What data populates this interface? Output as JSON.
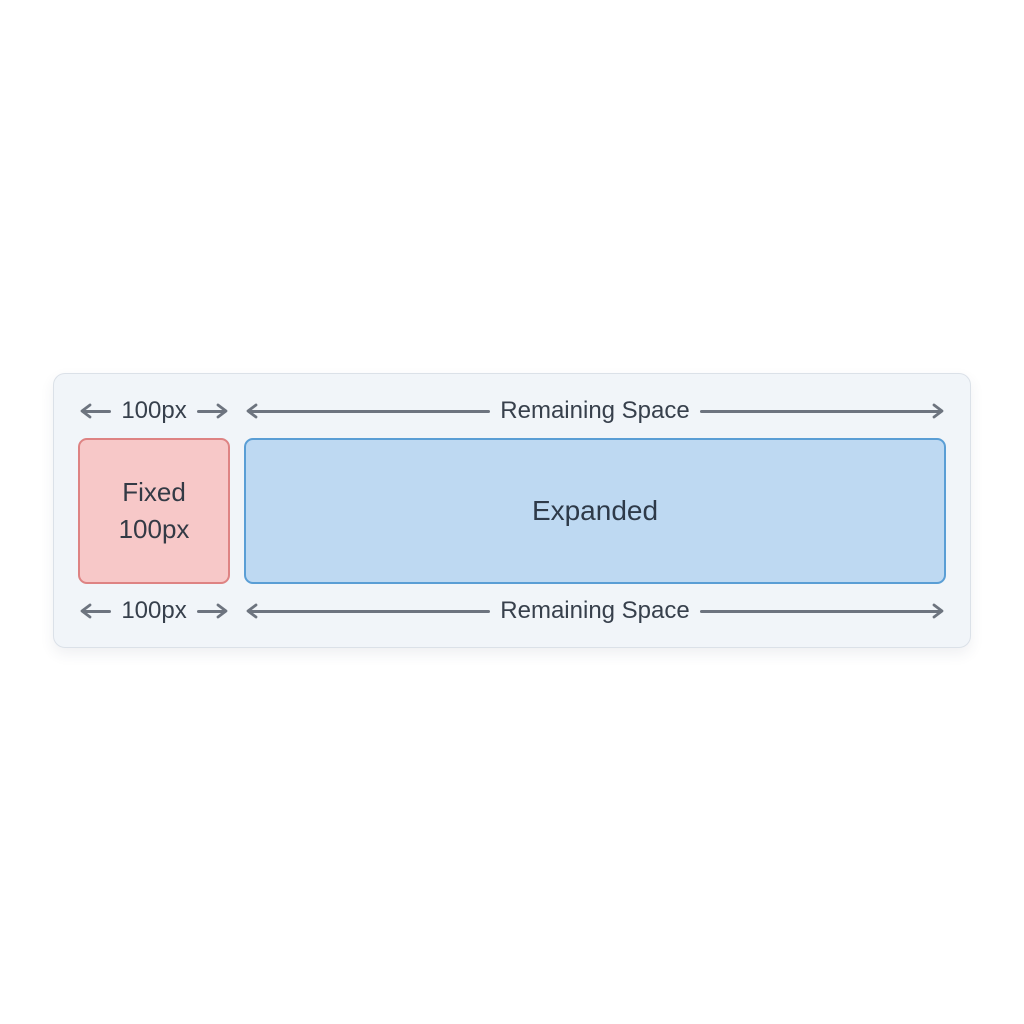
{
  "diagram": {
    "measures": {
      "top": {
        "fixed": "100px",
        "flexible": "Remaining Space"
      },
      "bottom": {
        "fixed": "100px",
        "flexible": "Remaining Space"
      }
    },
    "boxes": {
      "fixed": {
        "line1": "Fixed",
        "line2": "100px"
      },
      "expanded": {
        "label": "Expanded"
      }
    },
    "colors": {
      "panel_bg": "#f1f5f9",
      "panel_border": "#dbe1e8",
      "fixed_fill": "#f7c8c8",
      "fixed_border": "#de8383",
      "expanded_fill": "#bed9f2",
      "expanded_border": "#5a9ed5",
      "arrow": "#6d747f",
      "label_text": "#37404c",
      "box_text": "#2e3a49"
    }
  }
}
